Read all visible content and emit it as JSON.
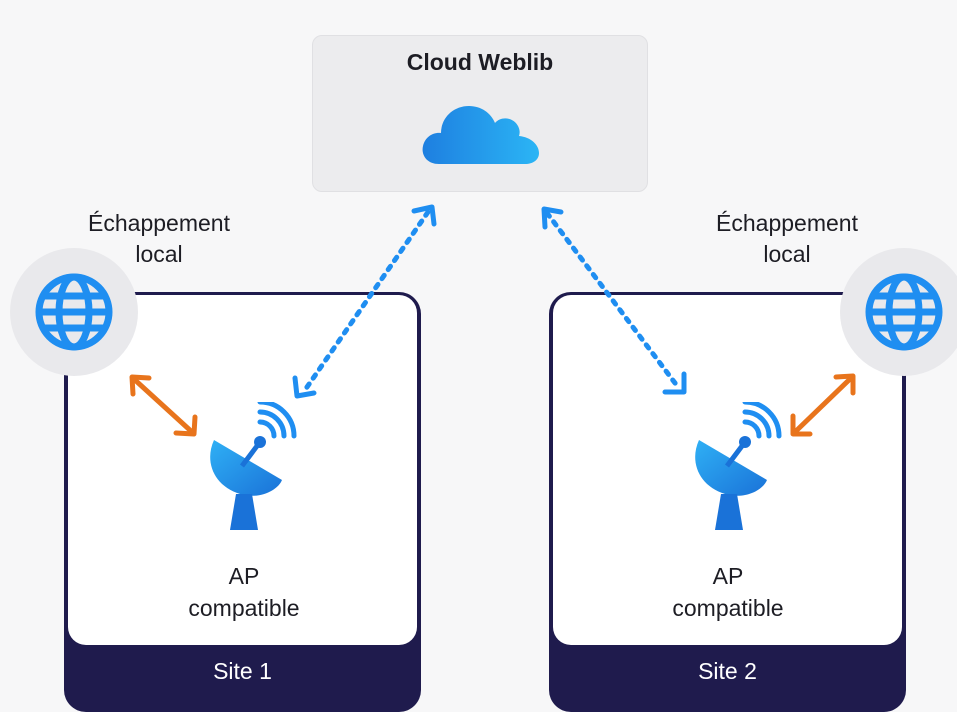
{
  "cloud": {
    "title": "Cloud Weblib",
    "icon": "cloud-icon"
  },
  "sites": [
    {
      "label": "Site 1",
      "ap_line1": "AP",
      "ap_line2": "compatible",
      "escape_line1": "Échappement",
      "escape_line2": "local"
    },
    {
      "label": "Site 2",
      "ap_line1": "AP",
      "ap_line2": "compatible",
      "escape_line1": "Échappement",
      "escape_line2": "local"
    }
  ],
  "colors": {
    "site_frame": "#1f1b4d",
    "blue_accent": "#1f8ef1",
    "orange_arrow": "#e8741c",
    "cloud_box": "#ececee"
  }
}
